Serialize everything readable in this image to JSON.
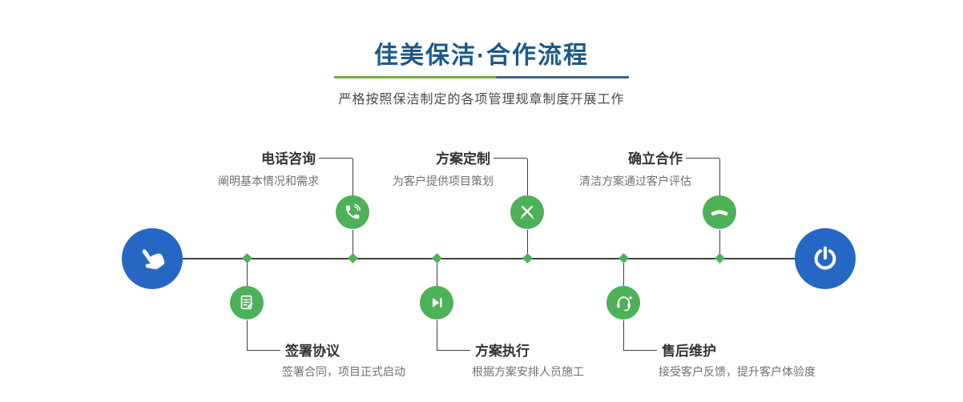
{
  "header": {
    "title": "佳美保洁·合作流程",
    "subtitle": "严格按照保洁制定的各项管理规章制度开展工作"
  },
  "colors": {
    "accent_green": "#4db157",
    "accent_blue": "#2667c6",
    "title_blue": "#1b5a87",
    "underline_green": "#76ab3f",
    "underline_blue": "#39648c",
    "line_gray": "#3f3f3f"
  },
  "timeline": {
    "start_icon": "pointing-hand-icon",
    "end_icon": "power-icon"
  },
  "steps_top": [
    {
      "title": "电话咨询",
      "desc": "阐明基本情况和需求",
      "icon": "phone-icon"
    },
    {
      "title": "方案定制",
      "desc": "为客户提供项目策划",
      "icon": "design-icon"
    },
    {
      "title": "确立合作",
      "desc": "清洁方案通过客户评估",
      "icon": "handshake-icon"
    }
  ],
  "steps_bottom": [
    {
      "title": "签署协议",
      "desc": "签署合同，项目正式启动",
      "icon": "contract-icon"
    },
    {
      "title": "方案执行",
      "desc": "根据方案安排人员施工",
      "icon": "execute-icon"
    },
    {
      "title": "售后维护",
      "desc": "接受客户反馈，提升客户体验度",
      "icon": "service-icon"
    }
  ]
}
